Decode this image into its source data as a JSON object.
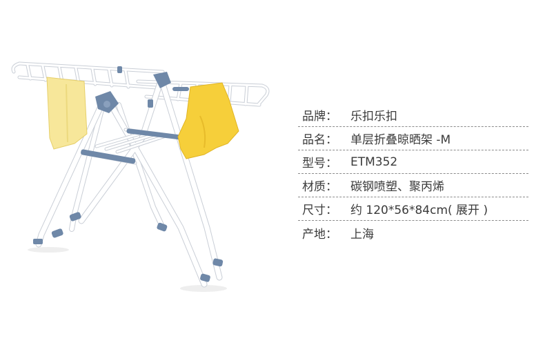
{
  "specs": [
    {
      "label": "品牌：",
      "value": "乐扣乐扣"
    },
    {
      "label": "品名：",
      "value": "单层折叠晾晒架 -M"
    },
    {
      "label": "型号：",
      "value": "ETM352"
    },
    {
      "label": "材质：",
      "value": "碳钢喷塑、聚丙烯"
    },
    {
      "label": "尺寸：",
      "value": "约 120*56*84cm( 展开 )"
    },
    {
      "label": "产地：",
      "value": "上海"
    }
  ],
  "colors": {
    "frame": "#ffffff",
    "frame_outline": "#c9ced6",
    "joint": "#6f88a8",
    "towel": "#f7e79a",
    "shirt": "#f6cf3a",
    "text": "#3a3a3a",
    "divider": "#8a8a8a"
  },
  "icons": [
    "drying-rack-illustration"
  ]
}
